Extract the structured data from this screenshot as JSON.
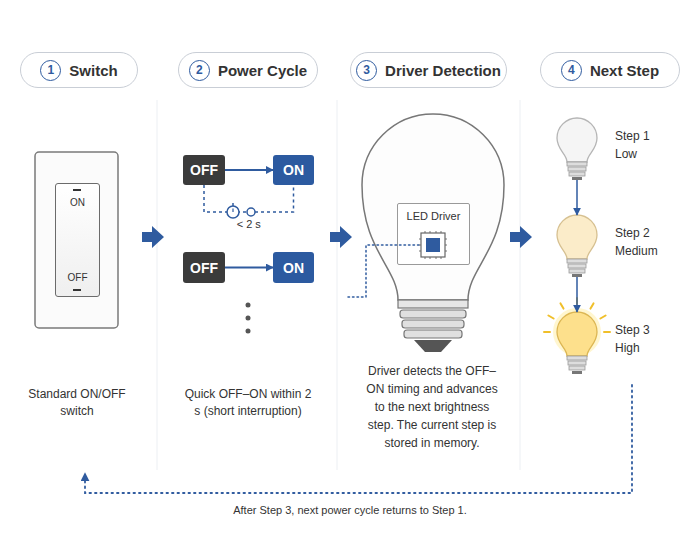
{
  "diagram": {
    "nodes": [
      {
        "text": [
          "1",
          "Switch"
        ]
      },
      {
        "text": [
          "2",
          "Power Cycle"
        ]
      },
      {
        "text": [
          "3",
          "Driver Detection"
        ]
      },
      {
        "text": [
          "4",
          "Next Step"
        ]
      },
      {
        "text": [
          "ON",
          "OFF"
        ]
      },
      {
        "text": [
          "OFF"
        ]
      },
      {
        "text": [
          "ON"
        ]
      },
      {
        "text": [
          "OFF"
        ]
      },
      {
        "text": [
          "ON"
        ]
      },
      {
        "text": [
          "LED Driver"
        ]
      },
      {
        "text": [
          "Step 1",
          "Low"
        ]
      },
      {
        "text": [
          "Step 2",
          "Medium"
        ]
      },
      {
        "text": [
          "Step 3",
          "High"
        ]
      }
    ],
    "edges": [
      {
        "from": 5,
        "to": 6,
        "arrow": "to"
      },
      {
        "from": 5,
        "to": 6,
        "arrow": "none",
        "label": "< 2 s"
      },
      {
        "from": 7,
        "to": 8,
        "arrow": "to"
      },
      {
        "from": 10,
        "to": 11,
        "arrow": "to"
      },
      {
        "from": 11,
        "to": 12,
        "arrow": "to"
      }
    ],
    "labels": [
      "Standard ON/OFF switch",
      "Quick OFF–ON within 2 s (short interruption)",
      "Driver detects the OFF–ON timing and advances to the next brightness step. The current step is stored in memory.",
      "After Step 3, next power cycle returns to Step 1."
    ]
  }
}
